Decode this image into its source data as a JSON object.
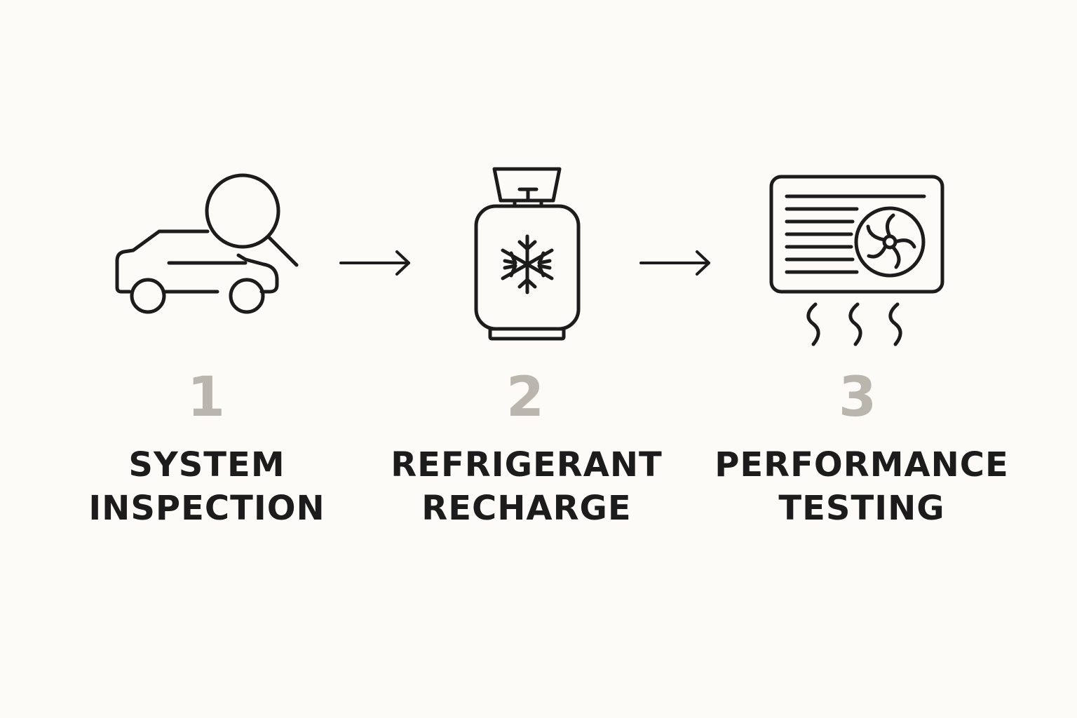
{
  "steps": [
    {
      "number": "1",
      "line1": "SYSTEM",
      "line2": "INSPECTION",
      "icon": "car-inspection-icon"
    },
    {
      "number": "2",
      "line1": "REFRIGERANT",
      "line2": "RECHARGE",
      "icon": "refrigerant-tank-icon"
    },
    {
      "number": "3",
      "line1": "PERFORMANCE",
      "line2": "TESTING",
      "icon": "ac-unit-icon"
    }
  ],
  "connectors": [
    "arrow-right-icon",
    "arrow-right-icon"
  ],
  "colors": {
    "background": "#fcfbf8",
    "stroke": "#1c1c1c",
    "number": "#bab6ae",
    "label": "#1c1c1c"
  }
}
